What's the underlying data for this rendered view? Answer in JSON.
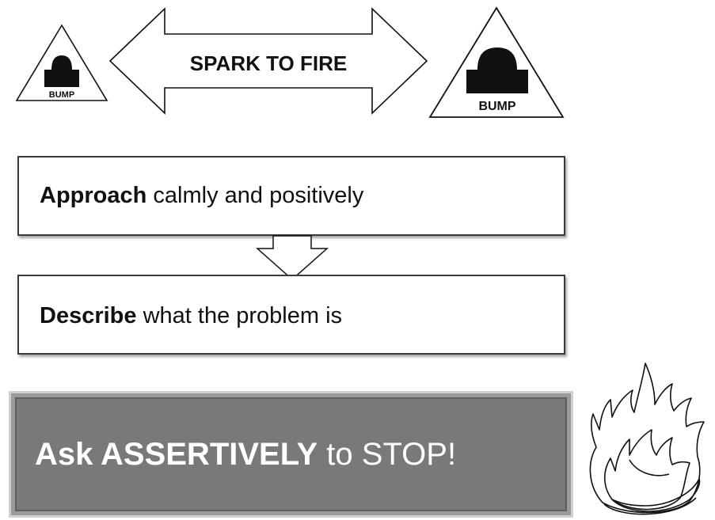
{
  "bump_sign_left": {
    "label": "BUMP"
  },
  "spark_arrow": {
    "label": "SPARK TO FIRE"
  },
  "bump_sign_right": {
    "label": "BUMP"
  },
  "steps": [
    {
      "bold": "Approach",
      "rest": " calmly and positively"
    },
    {
      "bold": "Describe",
      "rest": " what the problem is"
    }
  ],
  "assert_step": {
    "bold": "Ask ASSERTIVELY",
    "rest": " to STOP!"
  },
  "colors": {
    "outline": "#111111",
    "step_border": "#3a3a3a",
    "assert_fill": "#797979",
    "assert_text": "#ffffff"
  },
  "icons": [
    "bump-warning-sign-icon",
    "double-headed-arrow",
    "down-arrow-icon",
    "fire-flame-icon"
  ]
}
